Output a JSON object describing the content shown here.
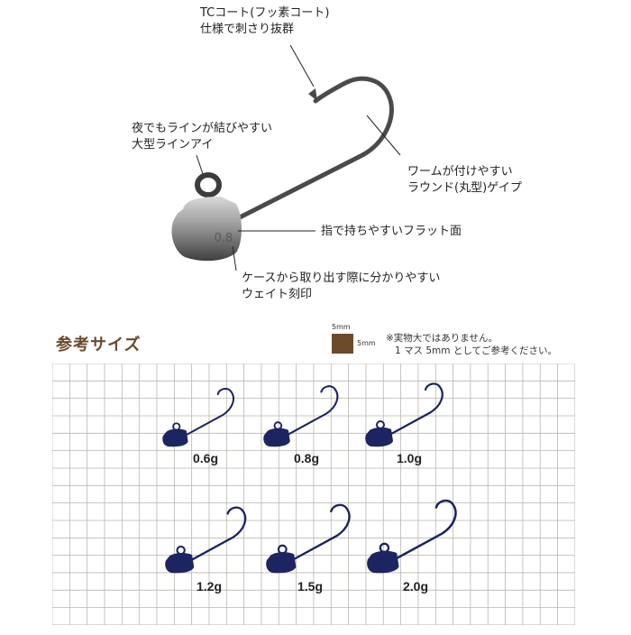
{
  "callouts": {
    "tc_coat_line1": "TCコート(フッ素コート)",
    "tc_coat_line2": "仕様で刺さり抜群",
    "eye_line1": "夜でもラインが結びやすい",
    "eye_line2": "大型ラインアイ",
    "gape_line1": "ワームが付けやすい",
    "gape_line2": "ラウンド(丸型)ゲイプ",
    "flat_face": "指で持ちやすいフラット面",
    "weight_line1": "ケースから取り出す際に分かりやすい",
    "weight_line2": "ウェイト刻印"
  },
  "head_stamp": "0.8",
  "reference": {
    "title": "参考サイズ",
    "swatch_top": "5mm",
    "swatch_side": "5mm",
    "note_line1": "※実物大ではありません。",
    "note_line2": "1 マス 5mm としてご参考ください。"
  },
  "sizes": [
    "0.6g",
    "0.8g",
    "1.0g",
    "1.2g",
    "1.5g",
    "2.0g"
  ],
  "colors": {
    "jig_navy": "#1c2461",
    "grid_line": "#b9b6ae",
    "title_brown": "#6b4a2c",
    "swatch_brown": "#6e4a2d"
  }
}
